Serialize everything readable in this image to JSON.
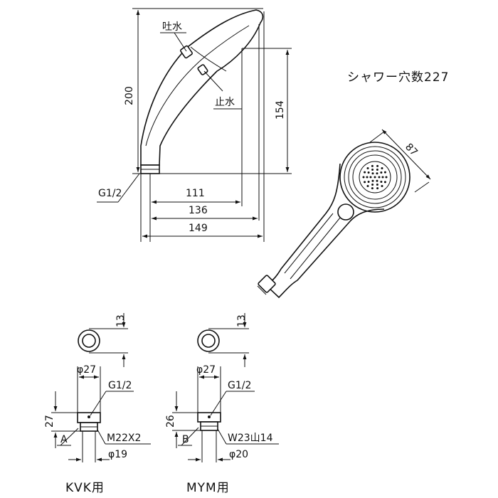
{
  "side_view": {
    "label_spray": "吐水",
    "label_stop": "止水",
    "dim_height": "200",
    "dim_154": "154",
    "thread_label": "G1/2",
    "dim_111": "111",
    "dim_136": "136",
    "dim_149": "149"
  },
  "front_view": {
    "holes_label": "シャワー穴数227",
    "dim_head": "87"
  },
  "kvk": {
    "dim_13": "13",
    "dim_dia27": "φ27",
    "thread_label": "G1/2",
    "dim_height": "27",
    "thread_spec": "M22X2",
    "mark": "A",
    "dim_dia19": "φ19",
    "title": "KVK用"
  },
  "mym": {
    "dim_13": "13",
    "dim_dia27": "φ27",
    "thread_label": "G1/2",
    "dim_height": "26",
    "thread_spec": "W23山14",
    "mark": "B",
    "dim_dia20": "φ20",
    "title": "MYM用"
  }
}
